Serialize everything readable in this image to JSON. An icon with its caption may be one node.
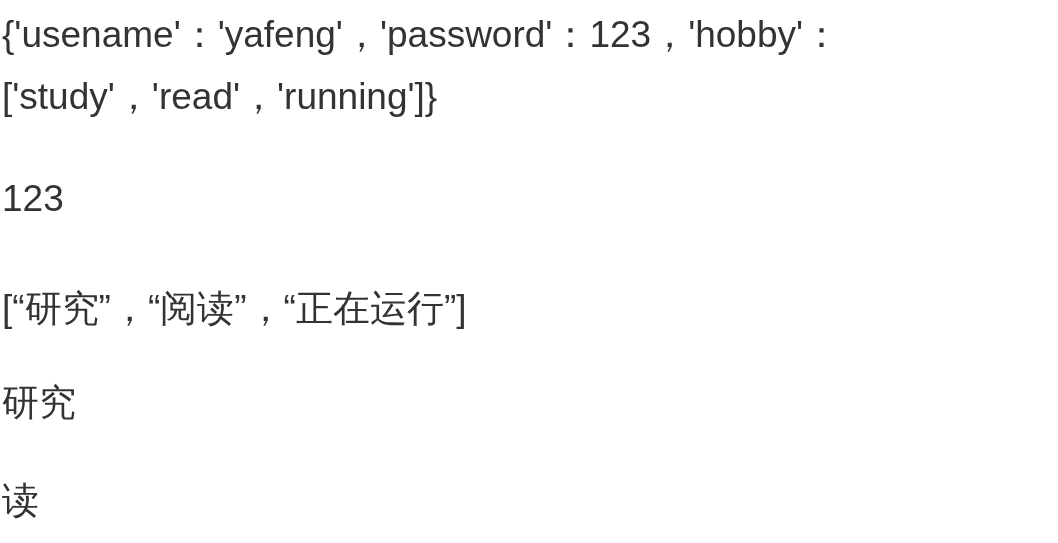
{
  "diagram": {
    "labels": [
      "{'usename'：'yafeng'，'password'：123，'hobby'：['study'，'read'，'running']}",
      "123",
      "[“研究”，“阅读”，“正在运行”]",
      "研究",
      "读"
    ]
  }
}
